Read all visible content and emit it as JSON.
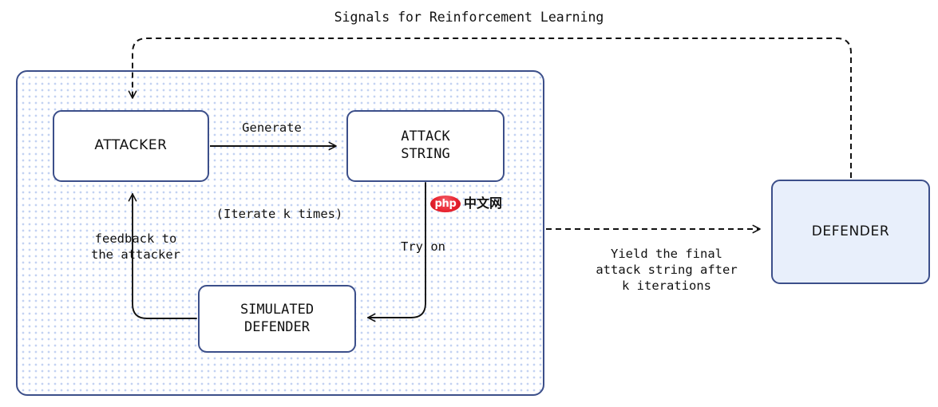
{
  "diagram": {
    "title": "Signals for Reinforcement Learning",
    "colors": {
      "box_border": "#3c4f8a",
      "panel_border": "#3c4f8a",
      "panel_dot": "#c3d2f2",
      "defender_fill": "#e8effb",
      "box_fill": "#ffffff",
      "wire": "#111111",
      "text": "#111111",
      "watermark_red": "#e8222e"
    },
    "nodes": [
      {
        "id": "attacker",
        "label": "ATTACKER"
      },
      {
        "id": "attack-string",
        "label": "ATTACK\nSTRING"
      },
      {
        "id": "simulated-defender",
        "label": "SIMULATED\nDEFENDER"
      },
      {
        "id": "defender",
        "label": "DEFENDER"
      }
    ],
    "edge_labels": {
      "generate": "Generate",
      "iterate": "(Iterate k times)",
      "feedback": "feedback to\nthe attacker",
      "try_on": "Try on",
      "yield": "Yield the final\nattack string after\nk iterations"
    }
  },
  "watermark": {
    "badge_text": "php",
    "cn_text": "中文网"
  }
}
